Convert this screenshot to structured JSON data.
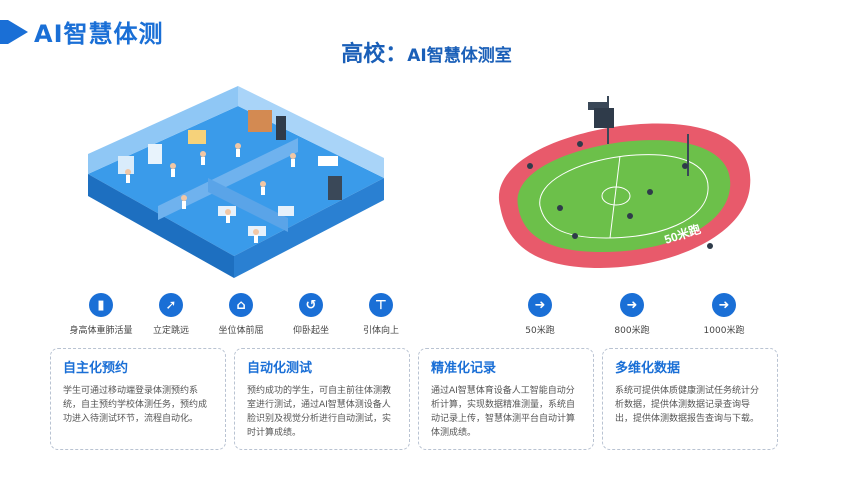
{
  "header": {
    "title": "AI智慧体测"
  },
  "main_title": {
    "part1": "高校：",
    "part2": "AI智慧体测室"
  },
  "indoor_items": [
    {
      "icon": "height-weight-icon",
      "glyph": "▮",
      "label": "身高体重肺活量"
    },
    {
      "icon": "long-jump-icon",
      "glyph": "➚",
      "label": "立定跳远"
    },
    {
      "icon": "sit-reach-icon",
      "glyph": "⌂",
      "label": "坐位体前屈"
    },
    {
      "icon": "situp-icon",
      "glyph": "↺",
      "label": "仰卧起坐"
    },
    {
      "icon": "pullup-icon",
      "glyph": "⊤",
      "label": "引体向上"
    }
  ],
  "outdoor_items": [
    {
      "icon": "run-icon",
      "glyph": "➜",
      "label": "50米跑"
    },
    {
      "icon": "run-icon",
      "glyph": "➜",
      "label": "800米跑"
    },
    {
      "icon": "run-icon",
      "glyph": "➜",
      "label": "1000米跑"
    }
  ],
  "track_label": "50米跑",
  "cards": [
    {
      "title": "自主化预约",
      "body": "学生可通过移动端登录体测预约系统，自主预约学校体测任务，预约成功进入待测试环节，流程自动化。"
    },
    {
      "title": "自动化测试",
      "body": "预约成功的学生，可自主前往体测教室进行测试，通过AI智慧体测设备人脸识别及视觉分析进行自动测试，实时计算成绩。"
    },
    {
      "title": "精准化记录",
      "body": "通过AI智慧体育设备人工智能自动分析计算，实现数据精准测量，系统自动记录上传，智慧体测平台自动计算体测成绩。"
    },
    {
      "title": "多维化数据",
      "body": "系统可提供体质健康测试任务统计分析数据，提供体测数据记录查询导出，提供体测数据报告查询与下载。"
    }
  ],
  "colors": {
    "brand": "#1a6fd6",
    "title": "#1a5fb8",
    "track": "#e8596a",
    "field": "#6cc04a",
    "room": "#2b8fe0"
  }
}
